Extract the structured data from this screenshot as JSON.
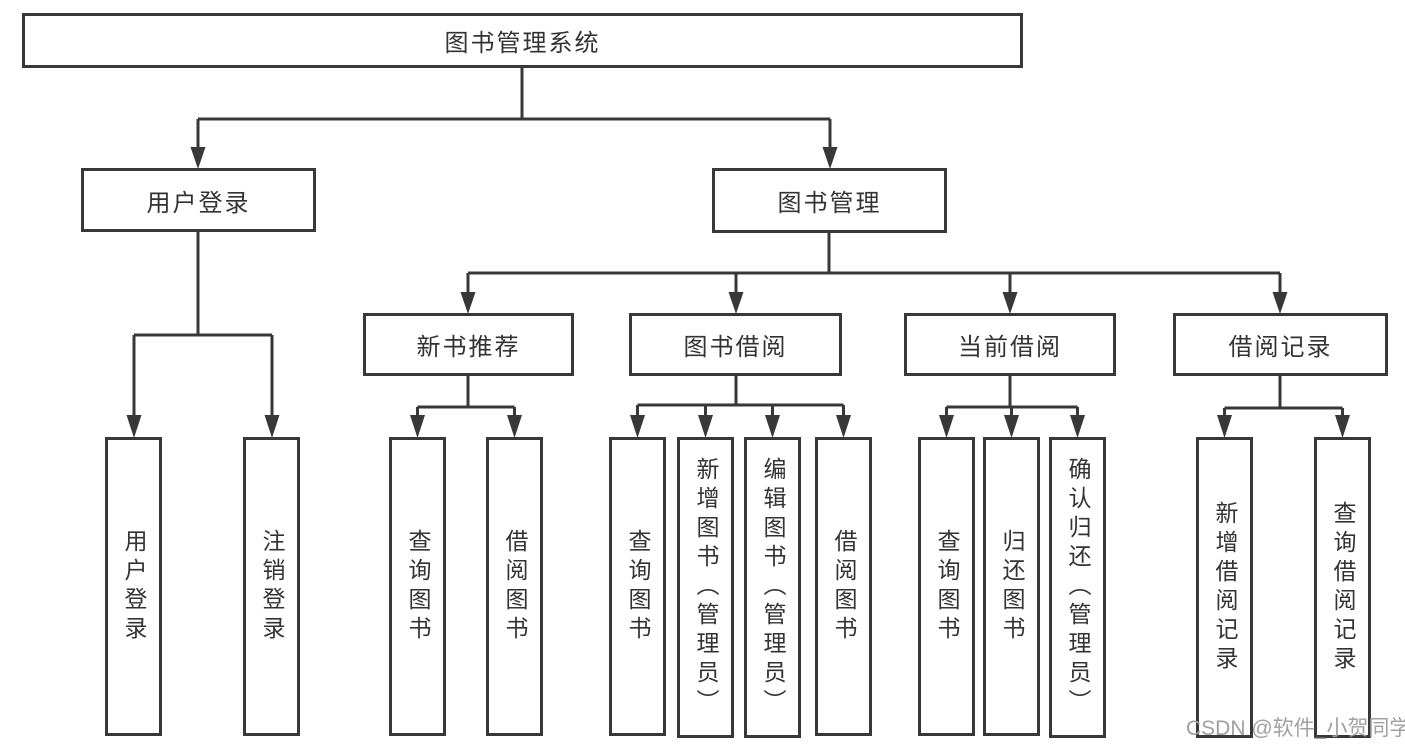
{
  "diagram": {
    "title": "图书管理系统",
    "tree": {
      "root": {
        "label": "图书管理系统"
      },
      "level1": [
        {
          "label": "用户登录"
        },
        {
          "label": "图书管理"
        }
      ],
      "level2": [
        {
          "label": "新书推荐",
          "parent": "图书管理"
        },
        {
          "label": "图书借阅",
          "parent": "图书管理"
        },
        {
          "label": "当前借阅",
          "parent": "图书管理"
        },
        {
          "label": "借阅记录",
          "parent": "图书管理"
        }
      ],
      "leaves": [
        {
          "label": "用户登录",
          "parent": "用户登录"
        },
        {
          "label": "注销登录",
          "parent": "用户登录"
        },
        {
          "label": "查询图书",
          "parent": "新书推荐"
        },
        {
          "label": "借阅图书",
          "parent": "新书推荐"
        },
        {
          "label": "查询图书",
          "parent": "图书借阅"
        },
        {
          "label": "新增图书（管理员）",
          "parent": "图书借阅"
        },
        {
          "label": "编辑图书（管理员）",
          "parent": "图书借阅"
        },
        {
          "label": "借阅图书",
          "parent": "图书借阅"
        },
        {
          "label": "查询图书",
          "parent": "当前借阅"
        },
        {
          "label": "归还图书",
          "parent": "当前借阅"
        },
        {
          "label": "确认归还（管理员）",
          "parent": "当前借阅"
        },
        {
          "label": "新增借阅记录",
          "parent": "借阅记录"
        },
        {
          "label": "查询借阅记录",
          "parent": "借阅记录"
        }
      ]
    },
    "colors": {
      "line": "#383838",
      "box_border": "#383838",
      "text": "#333333",
      "background": "#ffffff",
      "watermark": "#a0a0a0"
    }
  },
  "watermark": {
    "text": "CSDN @软件_小贺同学"
  }
}
